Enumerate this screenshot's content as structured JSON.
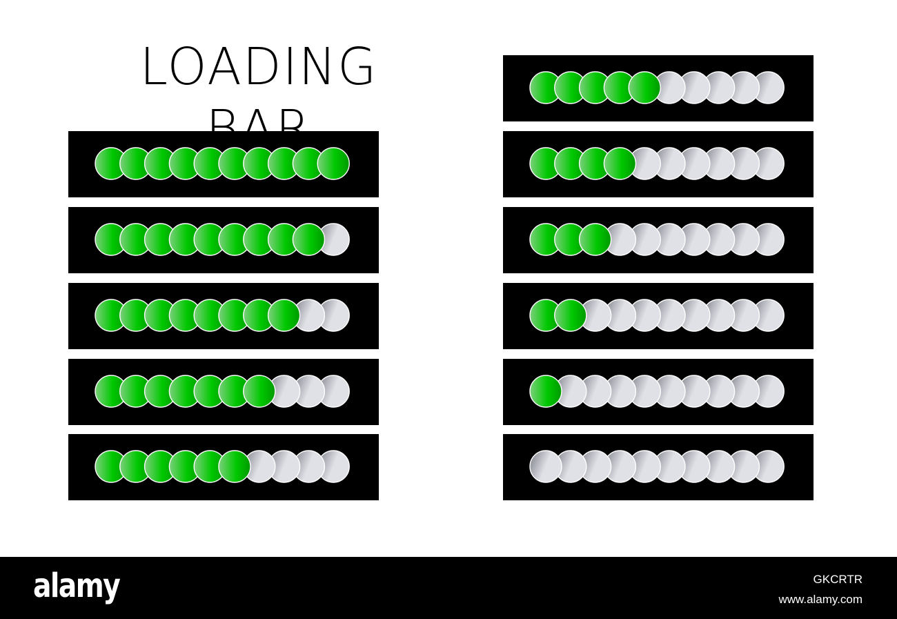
{
  "title": "LOADING BAR",
  "colors": {
    "panel": "#000000",
    "active_light": "#7cd07c",
    "active_mid": "#00c800",
    "active_dark": "#009900",
    "inactive_light": "#e0e1e7",
    "inactive_dark": "#8c8e96",
    "outline": "#ffffff",
    "background": "#ffffff"
  },
  "bars": [
    {
      "filled": 10,
      "total": 10
    },
    {
      "filled": 9,
      "total": 10
    },
    {
      "filled": 8,
      "total": 10
    },
    {
      "filled": 7,
      "total": 10
    },
    {
      "filled": 6,
      "total": 10
    },
    {
      "filled": 5,
      "total": 10
    },
    {
      "filled": 4,
      "total": 10
    },
    {
      "filled": 3,
      "total": 10
    },
    {
      "filled": 2,
      "total": 10
    },
    {
      "filled": 1,
      "total": 10
    },
    {
      "filled": 0,
      "total": 10
    }
  ],
  "footer": {
    "logo": "alamy",
    "image_code": "GKCRTR",
    "url": "www.alamy.com"
  }
}
